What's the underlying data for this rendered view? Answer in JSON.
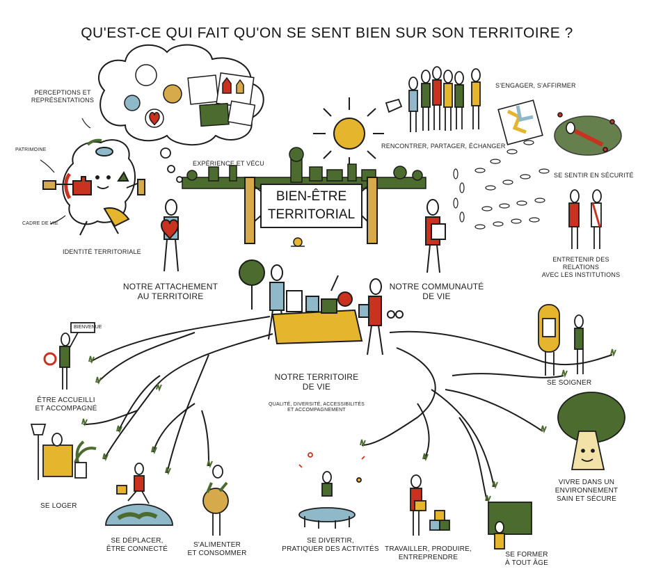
{
  "title": "QU'EST-CE QUI FAIT QU'ON SE SENT BIEN SUR SON TERRITOIRE ?",
  "center_sign": [
    "BIEN-ÊTRE",
    "TERRITORIAL"
  ],
  "labels": {
    "perceptions": [
      "PERCEPTIONS ET",
      "REPRÉSENTATIONS"
    ],
    "patrimoine": "PATRIMOINE",
    "cadre_de_vie": "CADRE DE VIE",
    "identite": "IDENTITÉ TERRITORIALE",
    "experience": "EXPÉRIENCE ET VÉCU",
    "attachement": [
      "NOTRE ATTACHEMENT",
      "AU TERRITOIRE"
    ],
    "rencontrer": "RENCONTRER, PARTAGER, ÉCHANGER",
    "engager": "S'ENGAGER, S'AFFIRMER",
    "securite": "SE SENTIR EN SÉCURITÉ",
    "relations": [
      "ENTRETENIR DES RELATIONS",
      "AVEC LES INSTITUTIONS"
    ],
    "communaute": [
      "NOTRE COMMUNAUTÉ",
      "DE VIE"
    ],
    "territoire": [
      "NOTRE TERRITOIRE",
      "DE VIE"
    ],
    "qualite": [
      "QUALITÉ, DIVERSITÉ, ACCESSIBILITÉS",
      "ET ACCOMPAGNEMENT"
    ],
    "accueilli": [
      "ÊTRE ACCUEILLI",
      "ET ACCOMPAGNÉ"
    ],
    "bienvenue": "BIENVENUE",
    "loger": "SE LOGER",
    "deplacer": [
      "SE DÉPLACER,",
      "ÊTRE CONNECTÉ"
    ],
    "alimenter": [
      "S'ALIMENTER",
      "ET CONSOMMER"
    ],
    "divertir": [
      "SE DIVERTIR,",
      "PRATIQUER DES ACTIVITÉS"
    ],
    "travailler": [
      "TRAVAILLER, PRODUIRE,",
      "ENTREPRENDRE"
    ],
    "former": [
      "SE FORMER",
      "À TOUT ÂGE"
    ],
    "soigner": "SE SOIGNER",
    "environnement": [
      "VIVRE DANS UN ENVIRONNEMENT",
      "SAIN ET SÉCURE"
    ]
  },
  "colors": {
    "ink": "#1b1b1b",
    "yellow": "#e5b52e",
    "green": "#4c6b2f",
    "red": "#c8321f",
    "blue": "#8fb8c8",
    "wood": "#d6a94a"
  }
}
